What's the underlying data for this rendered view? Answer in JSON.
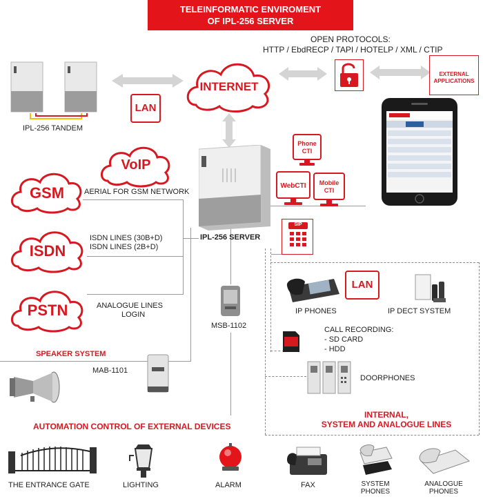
{
  "title": {
    "line1": "TELEINFORMATIC ENVIROMENT",
    "line2": "OF IPL-256 SERVER"
  },
  "protocols": {
    "line1": "OPEN PROTOCOLS:",
    "line2": "HTTP / EbdRECP / TAPI / HOTELP / XML / CTIP"
  },
  "tandem": {
    "label": "IPL-256 TANDEM"
  },
  "lan_top": {
    "label": "LAN"
  },
  "internet": {
    "label": "INTERNET"
  },
  "external": {
    "line1": "EXTERNAL",
    "line2": "APPLICATIONS"
  },
  "voip": {
    "label": "VoIP"
  },
  "gsm": {
    "label": "GSM",
    "desc": "AERIAL FOR GSM NETWORK"
  },
  "isdn": {
    "label": "ISDN",
    "desc1": "ISDN LINES (30B+D)",
    "desc2": "ISDN LINES (2B+D)"
  },
  "pstn": {
    "label": "PSTN",
    "desc1": "ANALOGUE LINES",
    "desc2": "LOGIN"
  },
  "server": {
    "label": "IPL-256 SERVER"
  },
  "cti": {
    "phone_line1": "Phone",
    "phone_line2": "CTI",
    "web": "WebCTI",
    "mobile_line1": "Mobile",
    "mobile_line2": "CTI"
  },
  "sip": {
    "label": "SIP"
  },
  "msb": {
    "label": "MSB-1102"
  },
  "speaker": {
    "title": "SPEAKER SYSTEM",
    "device": "MAB-1101"
  },
  "automation": {
    "title": "AUTOMATION CONTROL OF EXTERNAL DEVICES",
    "gate": "THE ENTRANCE GATE",
    "lighting": "LIGHTING",
    "alarm": "ALARM"
  },
  "ip_phones": {
    "label": "IP PHONES",
    "lan": "LAN"
  },
  "dect": {
    "label": "IP DECT SYSTEM"
  },
  "recording": {
    "title": "CALL RECORDING:",
    "item1": "- SD CARD",
    "item2": "- HDD"
  },
  "doorphones": {
    "label": "DOORPHONES"
  },
  "internal": {
    "line1": "INTERNAL,",
    "line2": "SYSTEM AND ANALOGUE LINES"
  },
  "fax": {
    "label": "FAX"
  },
  "system_phones": {
    "line1": "SYSTEM",
    "line2": "PHONES"
  },
  "analogue_phones": {
    "line1": "ANALOGUE",
    "line2": "PHONES"
  },
  "colors": {
    "accent": "#d81820",
    "line": "#9a9a9a"
  }
}
